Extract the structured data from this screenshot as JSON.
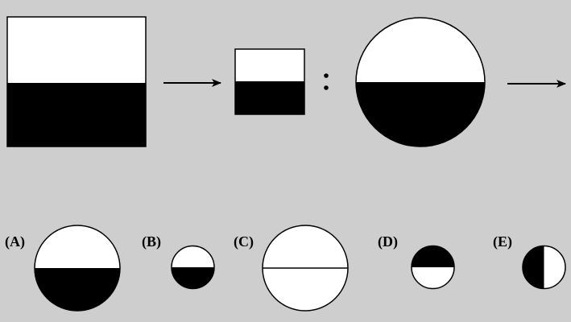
{
  "colors": {
    "background": "#cecece",
    "fill_light": "#ffffff",
    "fill_dark": "#000000",
    "stroke": "#000000"
  },
  "question": {
    "sequence": [
      {
        "id": "large-square",
        "shape": "square",
        "split": "horizontal",
        "top": "white",
        "bottom": "black"
      },
      {
        "id": "arrow-1",
        "shape": "arrow"
      },
      {
        "id": "small-square",
        "shape": "square",
        "split": "horizontal",
        "top": "white",
        "bottom": "black"
      },
      {
        "id": "ratio-colon",
        "shape": "colon"
      },
      {
        "id": "large-circle",
        "shape": "circle",
        "split": "horizontal",
        "top": "white",
        "bottom": "black"
      },
      {
        "id": "arrow-2",
        "shape": "arrow"
      }
    ]
  },
  "options": [
    {
      "label": "(A)",
      "shape": "circle",
      "size": "large",
      "split": "horizontal",
      "top": "white",
      "bottom": "black"
    },
    {
      "label": "(B)",
      "shape": "circle",
      "size": "small",
      "split": "horizontal",
      "top": "white",
      "bottom": "black"
    },
    {
      "label": "(C)",
      "shape": "circle",
      "size": "large",
      "split": "horizontal-line",
      "top": "white",
      "bottom": "white"
    },
    {
      "label": "(D)",
      "shape": "circle",
      "size": "small",
      "split": "horizontal",
      "top": "black",
      "bottom": "white"
    },
    {
      "label": "(E)",
      "shape": "circle",
      "size": "small",
      "split": "vertical",
      "left": "black",
      "right": "white"
    }
  ]
}
